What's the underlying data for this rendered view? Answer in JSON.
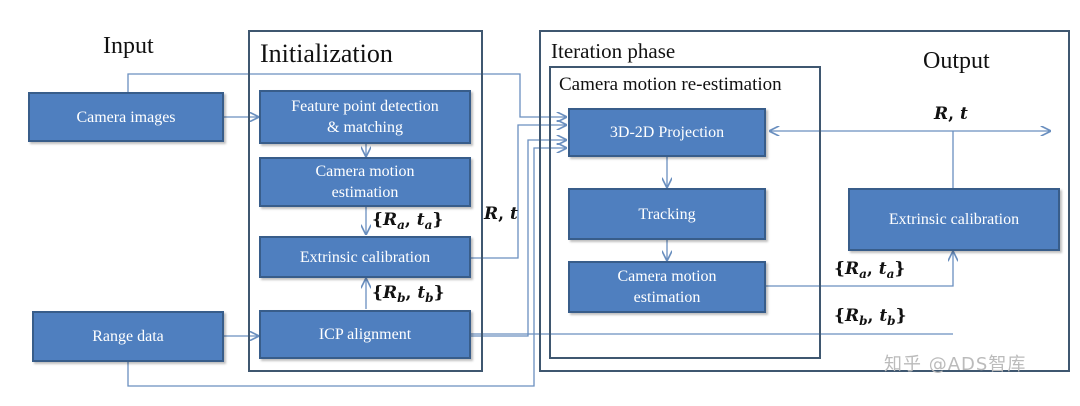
{
  "headings": {
    "input": "Input",
    "initialization": "Initialization",
    "iteration_phase": "Iteration phase",
    "camera_motion_reestimation": "Camera motion re-estimation",
    "output": "Output"
  },
  "boxes": {
    "camera_images": "Camera images",
    "range_data": "Range data",
    "feature_point_detection": "Feature point detection\n& matching",
    "camera_motion_estimation_init": "Camera motion\nestimation",
    "extrinsic_calibration_init": "Extrinsic calibration",
    "icp_alignment": "ICP alignment",
    "projection_3d_2d": "3D-2D Projection",
    "tracking": "Tracking",
    "camera_motion_estimation_iter": "Camera motion\nestimation",
    "extrinsic_calibration_iter": "Extrinsic calibration"
  },
  "math": {
    "R": "R",
    "comma": ", ",
    "t": "t",
    "a": "a",
    "b": "b",
    "open_brace": "{",
    "close_brace": "}"
  },
  "watermark": "知乎 @ADS智库",
  "colors": {
    "box_fill": "#4f7fbf",
    "box_border": "#385d8a",
    "arrow": "#6a8fbf",
    "frame": "#3f5770"
  }
}
